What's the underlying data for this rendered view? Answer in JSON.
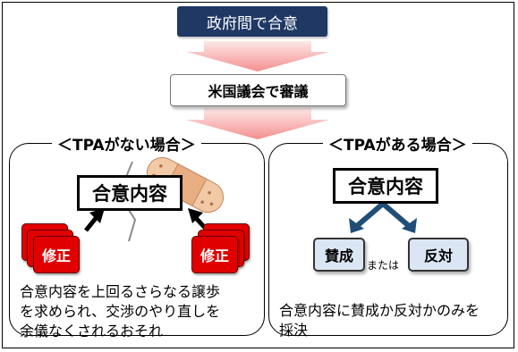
{
  "top_box": {
    "label": "政府間で合意"
  },
  "congress_box": {
    "label": "米国議会で審議"
  },
  "left_panel": {
    "title": "＜TPAがない場合＞",
    "agreement_box": "合意内容",
    "amend_label_left": "修正",
    "amend_label_right": "修正",
    "note": [
      "合意内容を上回るさらなる譲歩",
      "を求められ、交渉のやり直しを",
      "余儀なくされるおそれ"
    ]
  },
  "right_panel": {
    "title": "＜TPAがある場合＞",
    "agreement_box": "合意内容",
    "approve_label": "賛成",
    "connector": "または",
    "oppose_label": "反対",
    "note": [
      "合意内容に賛成か反対かのみを",
      "採決"
    ]
  },
  "colors": {
    "top_box_fill": "#1f3864",
    "flow_arrow": "#f4a6a6",
    "amend_card": "#e00000",
    "vote_box_fill": "#dbe6f4",
    "branch_arrow": "#1f4e79"
  },
  "icons": [
    "bandage-icon",
    "lightning-crack-icon"
  ]
}
